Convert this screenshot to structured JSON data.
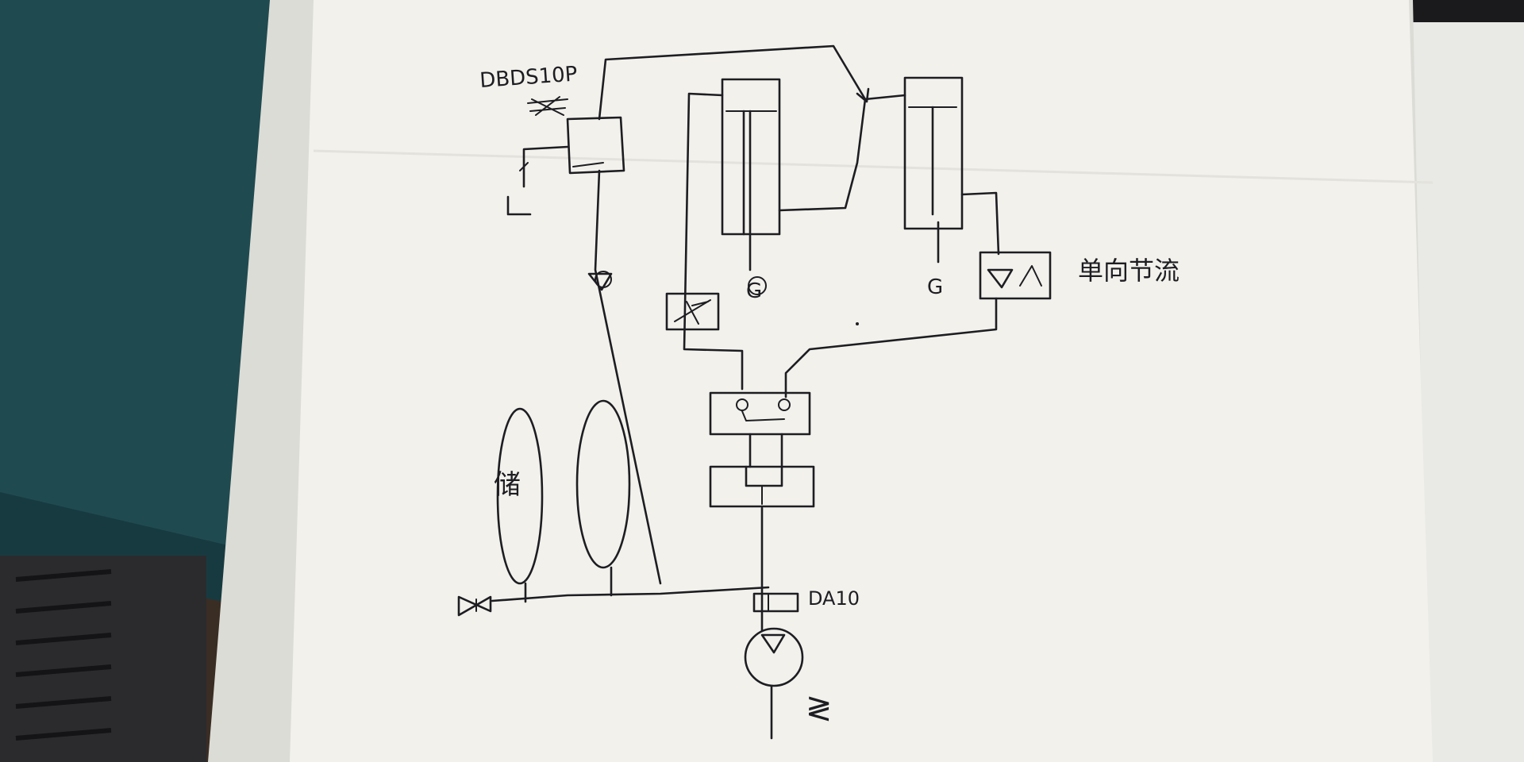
{
  "labels": {
    "relief_valve_code": "DBDS10P",
    "check_valve_code": "DA10",
    "one_way_throttle": "单向节流",
    "gauge_left": "G",
    "gauge_right": "G",
    "accumulator_left": "储",
    "motor_symbol": "≷"
  },
  "colors": {
    "desk": "#1f4a50",
    "paper": "#f2f1ec",
    "paper_shadow": "#dcdcd6",
    "ink": "#1d1d22",
    "floor": "#3a2d24"
  }
}
